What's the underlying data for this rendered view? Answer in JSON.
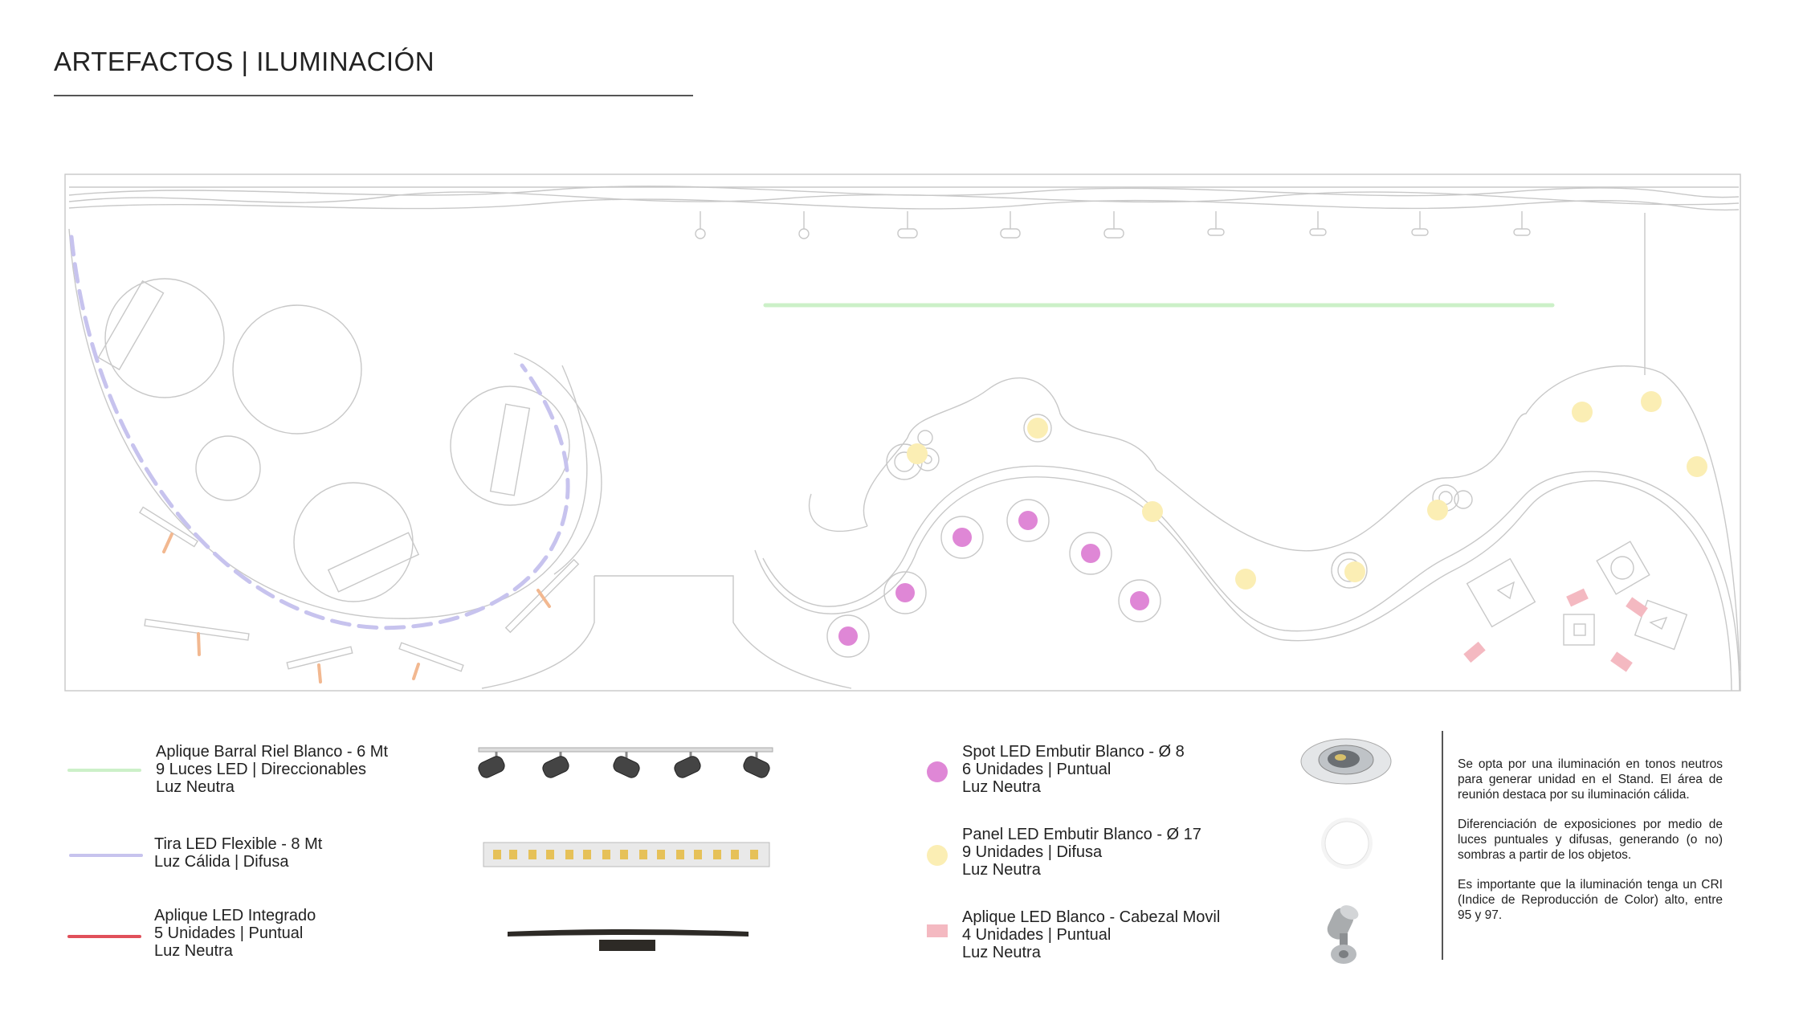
{
  "title": "ARTEFACTOS | ILUMINACIÓN",
  "colors": {
    "barral": "#ccf0c8",
    "tira": "#c7c3ee",
    "integrado": "#e0505a",
    "spot": "#df87d6",
    "panel": "#fbeeb4",
    "cabezal": "#f4b9c1",
    "plan_line": "#c8c8c8"
  },
  "legend": {
    "barral": {
      "line1": "Aplique Barral Riel Blanco - 6 Mt",
      "line2": "9 Luces LED | Direccionables",
      "line3": "Luz Neutra",
      "icon": "track-light-bar-icon"
    },
    "tira": {
      "line1": "Tira LED Flexible - 8 Mt",
      "line2": "Luz Cálida | Difusa",
      "icon": "led-strip-icon"
    },
    "integrado": {
      "line1": "Aplique LED Integrado",
      "line2": "5 Unidades | Puntual",
      "line3": "Luz Neutra",
      "icon": "picture-light-icon"
    },
    "spot": {
      "line1": "Spot LED Embutir Blanco - Ø 8",
      "line2": "6 Unidades | Puntual",
      "line3": "Luz Neutra",
      "icon": "recessed-spot-icon"
    },
    "panel": {
      "line1": "Panel LED Embutir Blanco - Ø 17",
      "line2": "9 Unidades | Difusa",
      "line3": "Luz Neutra",
      "icon": "round-panel-icon"
    },
    "cabezal": {
      "line1": "Aplique LED Blanco - Cabezal Movil",
      "line2": "4 Unidades | Puntual",
      "line3": "Luz Neutra",
      "icon": "spot-head-icon"
    }
  },
  "notes": [
    "Se opta por una iluminación en tonos neutros para generar unidad en el Stand. El área de reunión destaca por su iluminación cálida.",
    "Diferenciación de exposiciones por medio de luces puntuales y difusas, generando (o no) sombras a partir de los objetos.",
    "Es importante que la iluminación tenga un CRI (Indice de Reproducción de Color) alto, entre 95 y 97."
  ]
}
